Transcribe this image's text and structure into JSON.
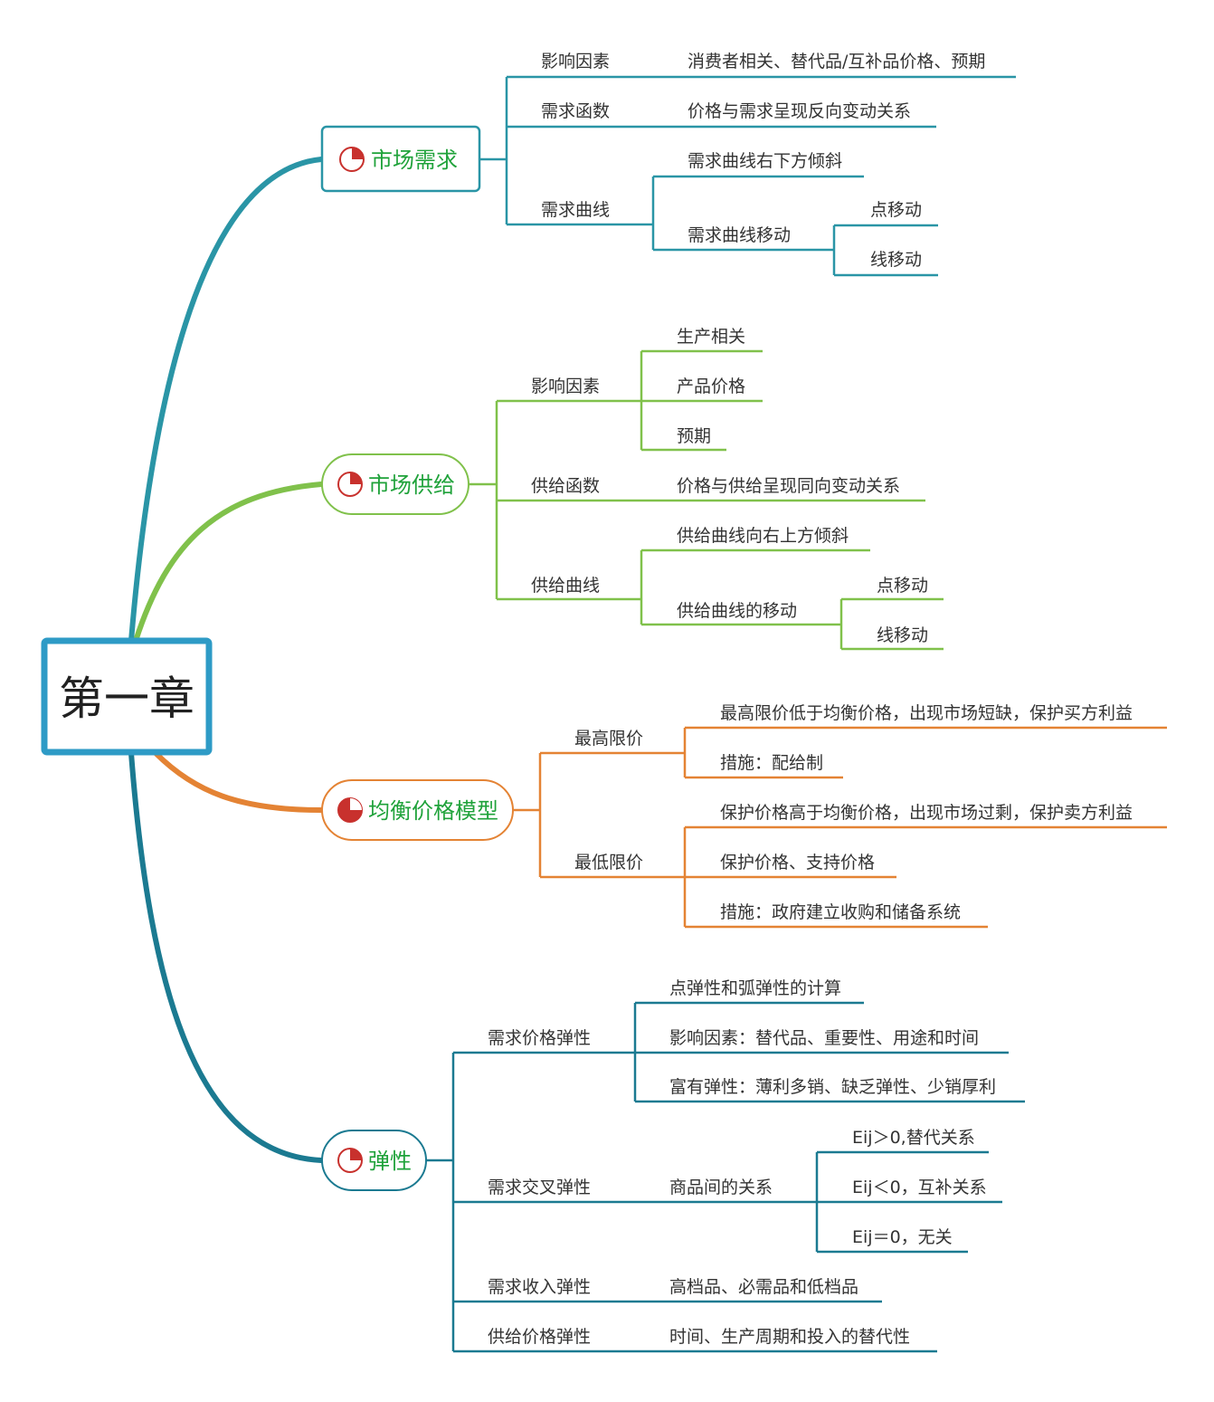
{
  "colors": {
    "root_border": "#2e9bc6",
    "demand": "#2a95a6",
    "supply": "#80c14b",
    "equilibrium": "#e48334",
    "elasticity": "#1b7a91",
    "title_green": "#1fa23a",
    "pie_red": "#c8312d"
  },
  "root": {
    "label": "第一章"
  },
  "branches": {
    "demand": {
      "title": "市场需求",
      "icon": "pie-quarter-icon",
      "factors": {
        "label": "影响因素",
        "detail": "消费者相关、替代品/互补品价格、预期"
      },
      "function": {
        "label": "需求函数",
        "detail": "价格与需求呈现反向变动关系"
      },
      "curve": {
        "label": "需求曲线",
        "slope": "需求曲线右下方倾斜",
        "shift": {
          "label": "需求曲线移动",
          "point": "点移动",
          "line": "线移动"
        }
      }
    },
    "supply": {
      "title": "市场供给",
      "icon": "pie-quarter-icon",
      "factors": {
        "label": "影响因素",
        "items": [
          "生产相关",
          "产品价格",
          "预期"
        ]
      },
      "function": {
        "label": "供给函数",
        "detail": "价格与供给呈现同向变动关系"
      },
      "curve": {
        "label": "供给曲线",
        "slope": "供给曲线向右上方倾斜",
        "shift": {
          "label": "供给曲线的移动",
          "point": "点移动",
          "line": "线移动"
        }
      }
    },
    "equilibrium": {
      "title": "均衡价格模型",
      "icon": "pie-full-icon",
      "max_price": {
        "label": "最高限价",
        "items": [
          "最高限价低于均衡价格，出现市场短缺，保护买方利益",
          "措施：配给制"
        ]
      },
      "min_price": {
        "label": "最低限价",
        "items": [
          "保护价格高于均衡价格，出现市场过剩，保护卖方利益",
          "保护价格、支持价格",
          "措施：政府建立收购和储备系统"
        ]
      }
    },
    "elasticity": {
      "title": "弹性",
      "icon": "pie-quarter-icon",
      "price": {
        "label": "需求价格弹性",
        "items": [
          "点弹性和弧弹性的计算",
          "影响因素：替代品、重要性、用途和时间",
          "富有弹性：薄利多销、缺乏弹性、少销厚利"
        ]
      },
      "cross": {
        "label": "需求交叉弹性",
        "relation": "商品间的关系",
        "items": [
          "Eij＞0,替代关系",
          "Eij＜0，互补关系",
          "Eij＝0，无关"
        ]
      },
      "income": {
        "label": "需求收入弹性",
        "detail": "高档品、必需品和低档品"
      },
      "supply_price": {
        "label": "供给价格弹性",
        "detail": "时间、生产周期和投入的替代性"
      }
    }
  }
}
